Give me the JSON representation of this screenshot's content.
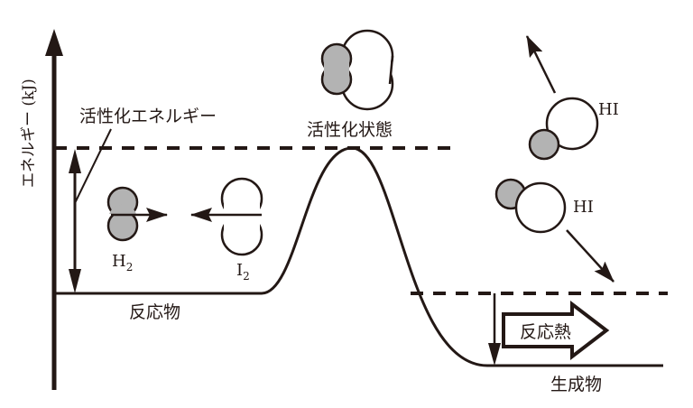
{
  "axis": {
    "ylabel": "エネルギー (kJ)"
  },
  "labels": {
    "activation_energy": "活性化エネルギー",
    "activated_state": "活性化状態",
    "reactants": "反応物",
    "products": "生成物",
    "reaction_heat": "反応熱"
  },
  "molecules": {
    "h2": {
      "base": "H",
      "sub": "2"
    },
    "i2": {
      "base": "I",
      "sub": "2"
    },
    "hi_top": "HI",
    "hi_bottom": "HI"
  },
  "colors": {
    "line": "#231815",
    "hydrogen": "#b3b3b3",
    "iodine": "#ffffff"
  }
}
